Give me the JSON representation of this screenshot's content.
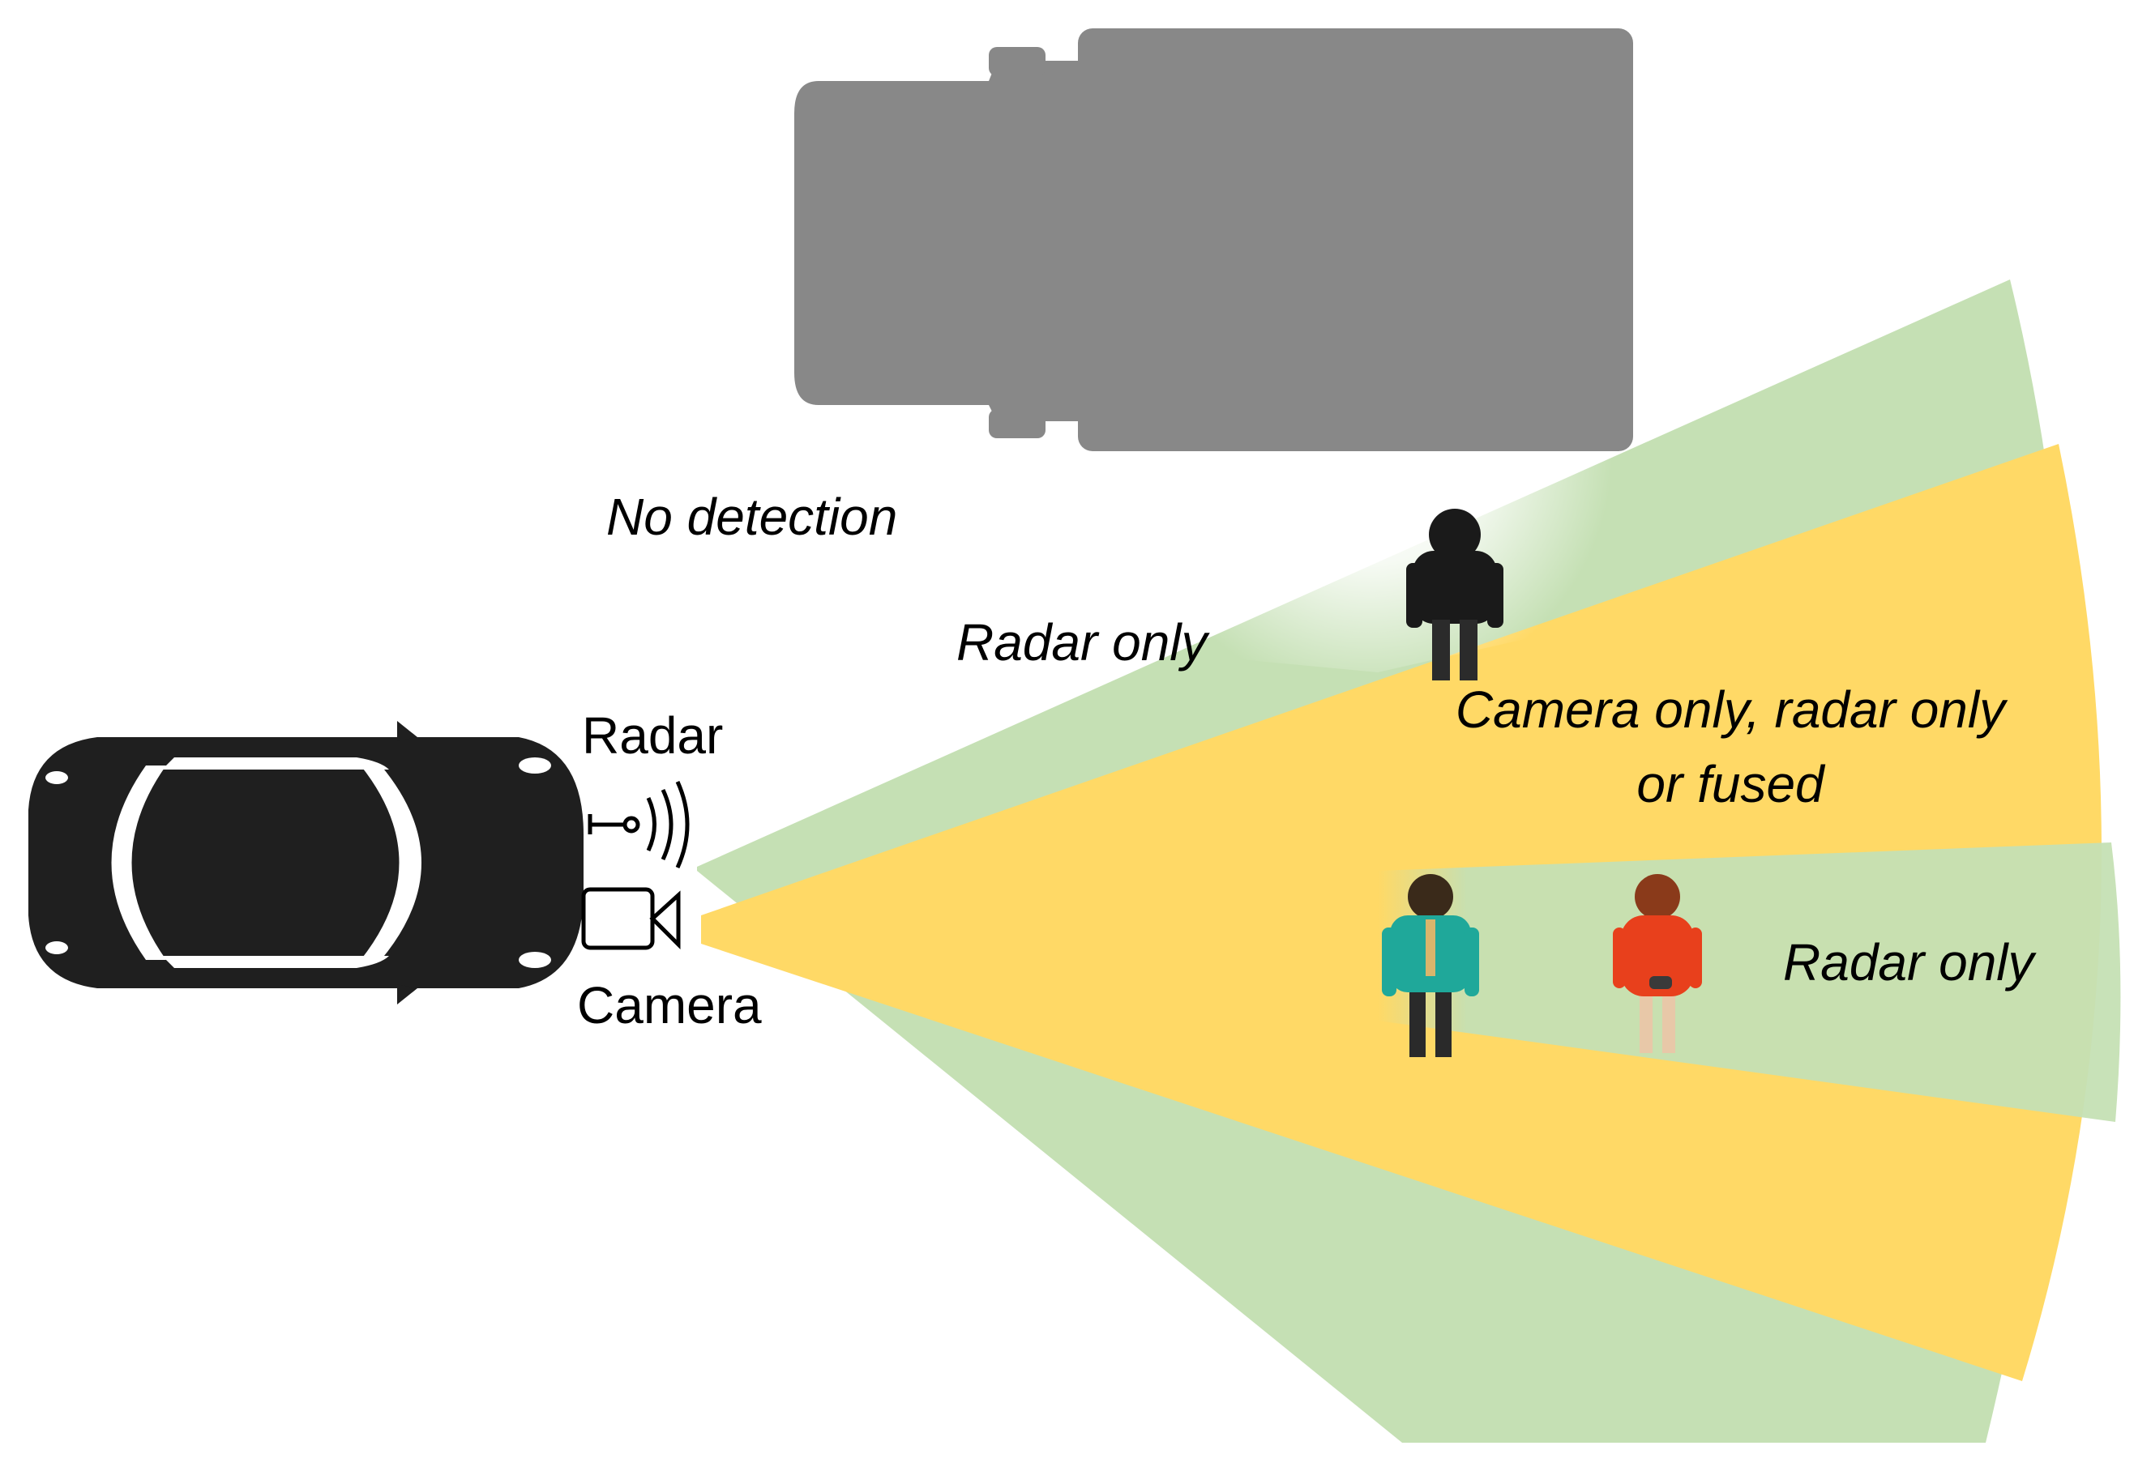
{
  "labels": {
    "no_detection": "No detection",
    "radar_only_upper": "Radar only",
    "camera_radar_fused_line1": "Camera only, radar only",
    "camera_radar_fused_line2": "or fused",
    "radar_only_occluded": "Radar only",
    "radar_sensor": "Radar",
    "camera_sensor": "Camera"
  },
  "colors": {
    "radar_zone": "#c5e0b4",
    "camera_zone": "#ffd966",
    "truck": "#888888",
    "car": "#1f1f1f",
    "pedestrian_black": "#1a1a1a",
    "pedestrian_teal": "#1fa89a",
    "pedestrian_red": "#e8401c"
  },
  "icons": {
    "ego_vehicle": "car-top-view-icon",
    "occluding_vehicle": "truck-top-view-icon",
    "radar_sensor": "radar-wave-icon",
    "camera_sensor": "video-camera-icon",
    "pedestrians": [
      "pedestrian-behind-truck-icon",
      "pedestrian-teal-icon",
      "pedestrian-red-icon"
    ]
  }
}
